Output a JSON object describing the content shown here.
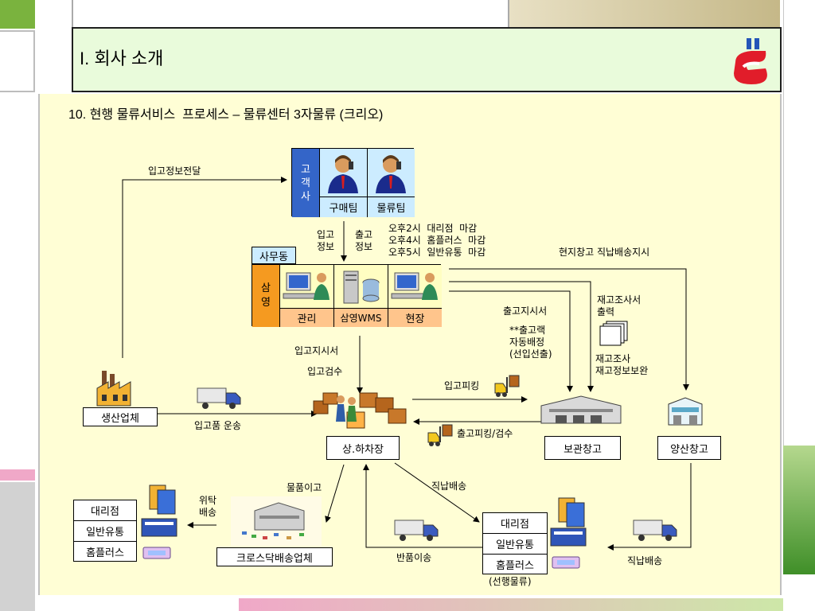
{
  "header": {
    "title": "I. 회사 소개"
  },
  "subtitle": "10. 현행 물류서비스  프로세스 – 물류센터 3자물류 (크리오)",
  "customer": {
    "side_label": "고\n객\n사",
    "team1": "구매팀",
    "team2": "물류팀"
  },
  "office": {
    "tag": "사무동",
    "side_label": "삼\n영",
    "cells": [
      "관리",
      "삼영WMS",
      "현장"
    ]
  },
  "nodes": {
    "producer": "생산업체",
    "loading_dock": "상.하차장",
    "storage_warehouse": "보관창고",
    "yangsan_warehouse": "양산창고",
    "crossdock": "크로스닥배송업체"
  },
  "left_stores": [
    "대리점",
    "일반유통",
    "홈플러스"
  ],
  "right_stores": [
    "대리점",
    "일반유통",
    "홈플러스"
  ],
  "right_stores_caption": "(선행물류)",
  "labels": {
    "inbound_info_transfer": "입고정보전달",
    "inbound_info": "입고\n정보",
    "outbound_info": "출고\n정보",
    "deadlines": "오후2시  대리점  마감\n오후4시  홈플러스  마감\n오후5시  일반유통  마감",
    "site_direct_instruction": "현지창고  직납배송지시",
    "stock_report_print": "재고조사서\n출력",
    "outbound_order": "출고지시서",
    "auto_alloc": "**출고랙\n자동배정\n(선입선출)",
    "stock_check": "재고조사\n재고정보보완",
    "inbound_order": "입고지시서",
    "inbound_inspect": "입고검수",
    "inbound_picking": "입고피킹",
    "outbound_picking": "출고피킹/검수",
    "inbound_transport": "입고품  운송",
    "goods_transfer": "물품이고",
    "consign": "위탁\n배송",
    "direct_delivery_top": "직납배송",
    "return_transfer": "반품이송",
    "direct_delivery_bottom": "직납배송"
  },
  "colors": {
    "header_bg": "#e9fbdb",
    "content_bg": "#fffed5",
    "customer_blue": "#3465c8",
    "team_cell": "#ccecff",
    "office_orange": "#f59a20",
    "office_cell": "#ffc58c",
    "office_screen": "#fffec2"
  }
}
